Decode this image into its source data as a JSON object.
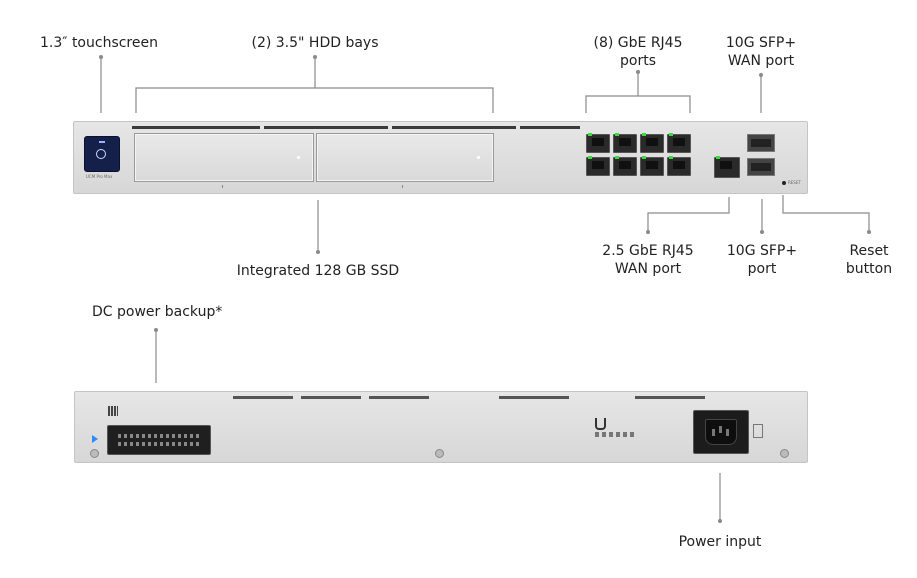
{
  "labels": {
    "touchscreen": "1.3″ touchscreen",
    "hdd_bays": "(2) 3.5\" HDD bays",
    "gbe_ports_line1": "(8) GbE RJ45",
    "gbe_ports_line2": "ports",
    "sfp_wan_line1": "10G SFP+",
    "sfp_wan_line2": "WAN port",
    "ssd": "Integrated 128 GB SSD",
    "wan25_line1": "2.5 GbE RJ45",
    "wan25_line2": "WAN port",
    "sfp_port_line1": "10G SFP+",
    "sfp_port_line2": "port",
    "reset_line1": "Reset",
    "reset_line2": "button",
    "dc_backup": "DC power backup*",
    "power_input": "Power input"
  },
  "front_panel": {
    "model_text": "UCM Pro Max",
    "reset_text": "RESET"
  },
  "colors": {
    "chassis": "#dcdcdc",
    "leader_line": "#8a8a8a",
    "port_led": "#3ddc3d"
  }
}
